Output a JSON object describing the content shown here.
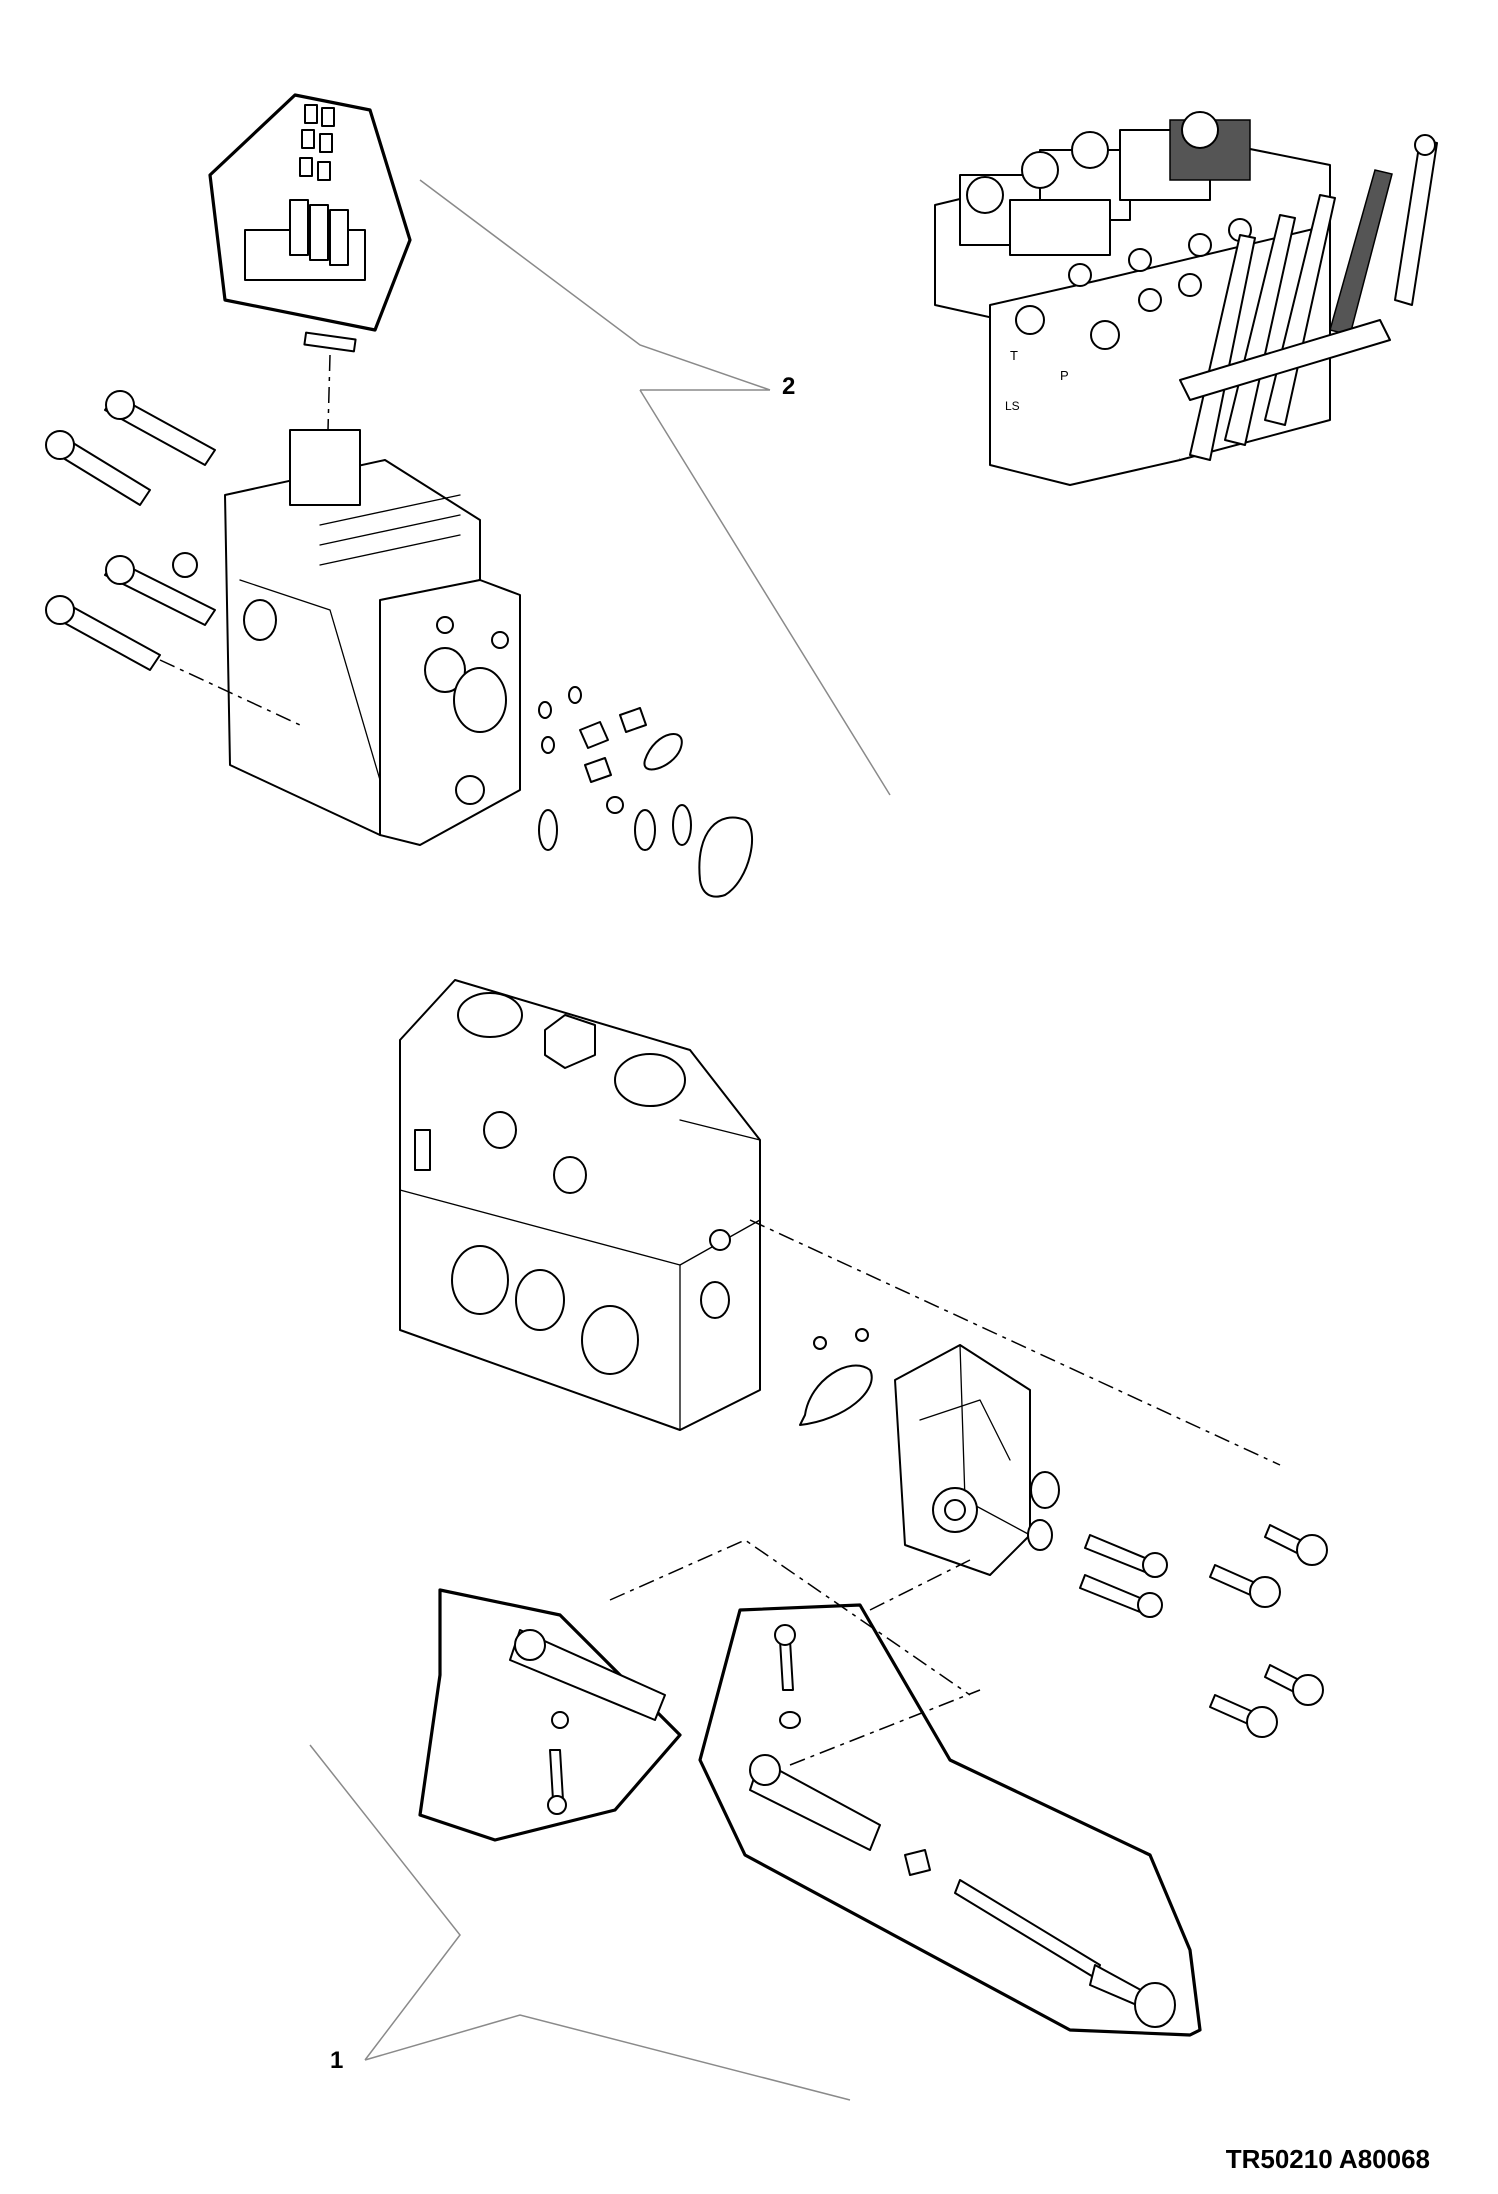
{
  "figure": {
    "id_text": "TR50210 A80068"
  },
  "callouts": [
    {
      "number": "1"
    },
    {
      "number": "2"
    }
  ]
}
